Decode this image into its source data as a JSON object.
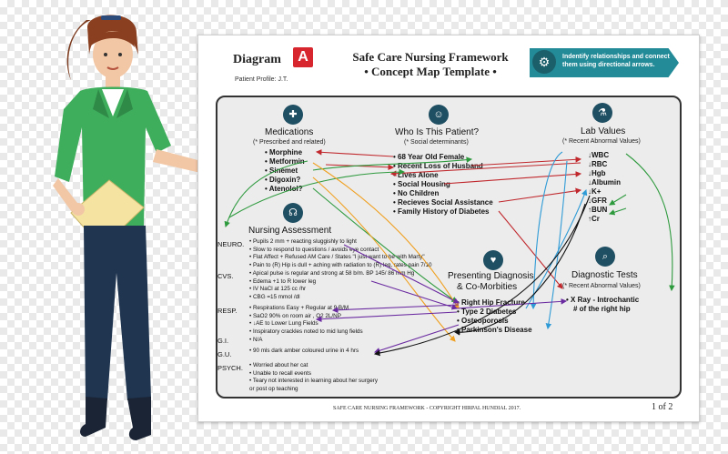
{
  "header": {
    "diagram_label": "Diagram",
    "badge": "A",
    "patient_profile": "Patient Profile: J.T.",
    "title_line1": "Safe Care Nursing Framework",
    "title_line2": "• Concept Map Template •",
    "banner_text": "Indentify relationships and connect them using directional arrows."
  },
  "medications": {
    "title": "Medications",
    "subtitle": "(* Prescribed and related)",
    "items": [
      "• Morphine",
      "• Metformin",
      "• Sinemet",
      "• Digoxin?",
      "• Atenolol?"
    ]
  },
  "patient": {
    "title": "Who Is This Patient?",
    "subtitle": "(* Social determinants)",
    "items": [
      "• 68 Year Old Female",
      "• Recent Loss of Husband",
      "• Lives Alone",
      "• Social Housing",
      "• No Children",
      "• Recieves Social Assistance",
      "• Family History of Diabetes"
    ]
  },
  "labs": {
    "title": "Lab Values",
    "subtitle": "(* Recent Abnormal Values)",
    "items": [
      "↓WBC",
      "↓RBC",
      "↓Hgb",
      "↓Albumin",
      "↓K+",
      "↓GFR",
      "↑BUN",
      "↑Cr"
    ]
  },
  "assessment": {
    "title": "Nursing Assessment",
    "groups": [
      {
        "label": "NEURO.",
        "lines": [
          "• Pupils 2 mm + reacting sluggishly to light",
          "• Slow to respond to questions / avoids eye contact",
          "• Flat Affect + Refused AM Care / States \"I just want to be with Marty\"",
          "• Pain to (R) Hip is dull + aching with radiation to (R) leg, rates pain 7/10"
        ]
      },
      {
        "label": "CVS.",
        "lines": [
          "• Apical pulse is regular and strong at 58 b/m. BP 145/ 86 mm Hg",
          "• Edema +1 to R lower leg",
          "• IV NaCl at 125 cc /hr",
          "• CBG =15 mmol /dl"
        ]
      },
      {
        "label": "RESP.",
        "lines": [
          "• Respirations Easy + Regular at 9 B/M",
          "• SaO2 90% on room air , O2 2L/NP",
          "• ↓AE to Lower Lung Fields",
          "• Inspiratory crackles noted to mid lung fields"
        ]
      },
      {
        "label": "G.I.",
        "lines": [
          "• N/A"
        ]
      },
      {
        "label": "G.U.",
        "lines": [
          "• 90 mls dark amber coloured urine in 4 hrs"
        ]
      },
      {
        "label": "PSYCH.",
        "lines": [
          "• Worried about her cat",
          "• Unable to recall events",
          "• Teary not interested in learning about her surgery",
          "  or post op teaching"
        ]
      }
    ]
  },
  "diagnosis": {
    "title_line1": "Presenting Diagnosis",
    "title_line2": "& Co-Morbities",
    "items": [
      "• Right Hip Fracture",
      "• Type 2 Diabetes",
      "• Osteoporosis",
      "• Parkinson's Disease"
    ]
  },
  "tests": {
    "title": "Diagnostic Tests",
    "subtitle": "(* Recent Abnormal Values)",
    "items": [
      "• X Ray - Introchantic",
      "# of the right hip"
    ]
  },
  "footer": {
    "copyright": "SAFE CARE NURSING FRAMEWORK - COPYRIGHT HIRPAL HUNDIAL 2017.",
    "page": "1 of 2"
  },
  "colors": {
    "red_badge": "#d8262f",
    "teal_banner": "#238a97",
    "icon_navy": "#1f4f62",
    "arrow_red": "#c0282d",
    "arrow_green": "#2e9a3e",
    "arrow_blue": "#2f9bd6",
    "arrow_orange": "#f0a020",
    "arrow_purple": "#6a2aa0",
    "arrow_black": "#111111",
    "shirt_green": "#3fae5c",
    "pants_navy": "#1f3550"
  },
  "icons": [
    "pill-bottle-icon",
    "people-icon",
    "test-tubes-icon",
    "stethoscope-icon",
    "heartbeat-icon",
    "microscope-icon",
    "brain-gears-icon"
  ]
}
